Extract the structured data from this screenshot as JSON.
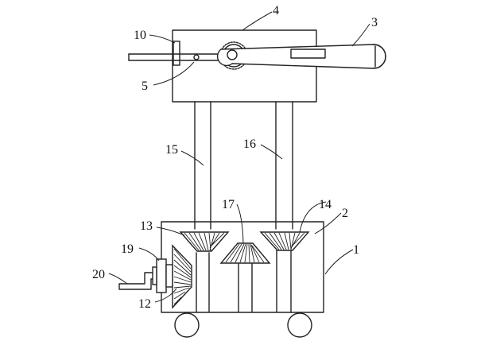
{
  "labels": {
    "l1": "1",
    "l2": "2",
    "l3": "3",
    "l4": "4",
    "l5": "5",
    "l10": "10",
    "l12": "12",
    "l13": "13",
    "l14": "14",
    "l15": "15",
    "l16": "16",
    "l17": "17",
    "l19": "19",
    "l20": "20"
  }
}
